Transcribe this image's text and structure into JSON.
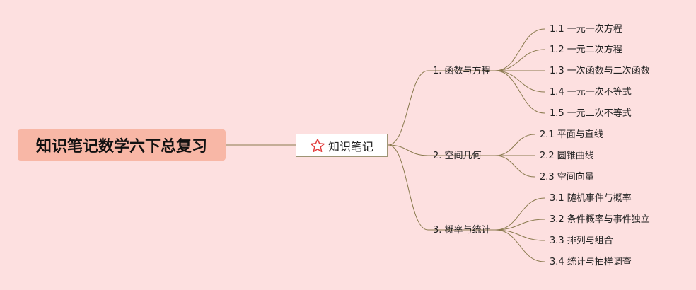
{
  "colors": {
    "background": "#fde0e0",
    "root_fill": "#f8b7a6",
    "line": "#8a7a4e",
    "star": "#e23b3b"
  },
  "root": {
    "label": "知识笔记数学六下总复习"
  },
  "center": {
    "label": "知识笔记",
    "icon": "star-icon"
  },
  "branches": [
    {
      "label": "1. 函数与方程",
      "children": [
        "1.1 一元一次方程",
        "1.2 一元二次方程",
        "1.3 一次函数与二次函数",
        "1.4 一元一次不等式",
        "1.5 一元二次不等式"
      ]
    },
    {
      "label": "2. 空间几何",
      "children": [
        "2.1 平面与直线",
        "2.2 圆锥曲线",
        "2.3 空间向量"
      ]
    },
    {
      "label": "3. 概率与统计",
      "children": [
        "3.1 随机事件与概率",
        "3.2 条件概率与事件独立",
        "3.3 排列与组合",
        "3.4 统计与抽样调查"
      ]
    }
  ]
}
